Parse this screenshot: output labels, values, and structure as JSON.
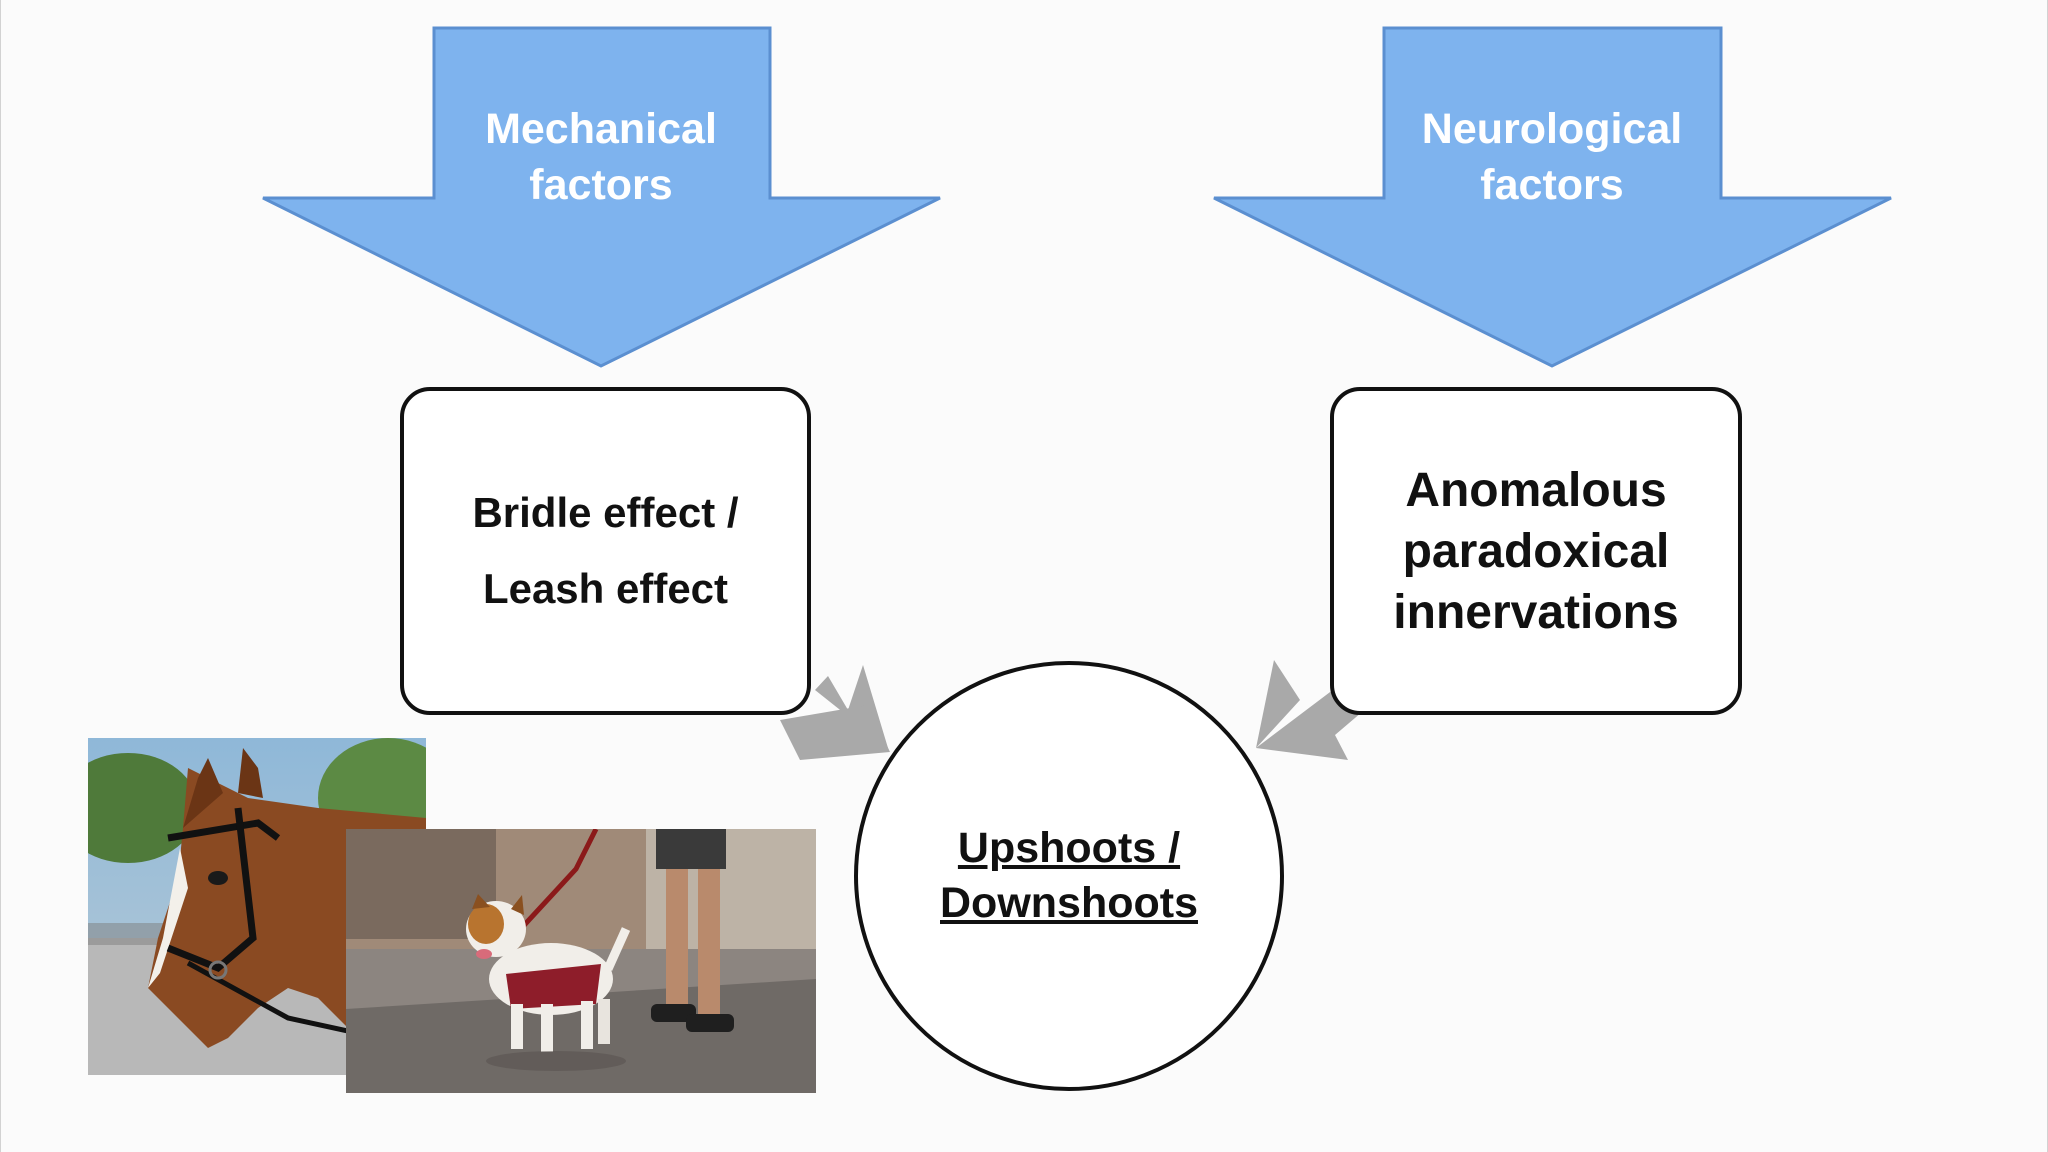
{
  "arrows": {
    "left_label": "Mechanical\nfactors",
    "right_label": "Neurological\nfactors",
    "color": "#7eb3ee",
    "border_color": "#5b8fd0"
  },
  "boxes": {
    "left_text": "Bridle effect /\nLeash effect",
    "right_text": "Anomalous\nparadoxical\ninnervations"
  },
  "outcome": {
    "text": "Upshoots /\nDownshoots"
  },
  "connector_color": "#a9a9a9",
  "images": [
    {
      "name": "horse-photo",
      "subject": "horse with bridle"
    },
    {
      "name": "dog-photo",
      "subject": "small dog on a leash with harness"
    }
  ]
}
